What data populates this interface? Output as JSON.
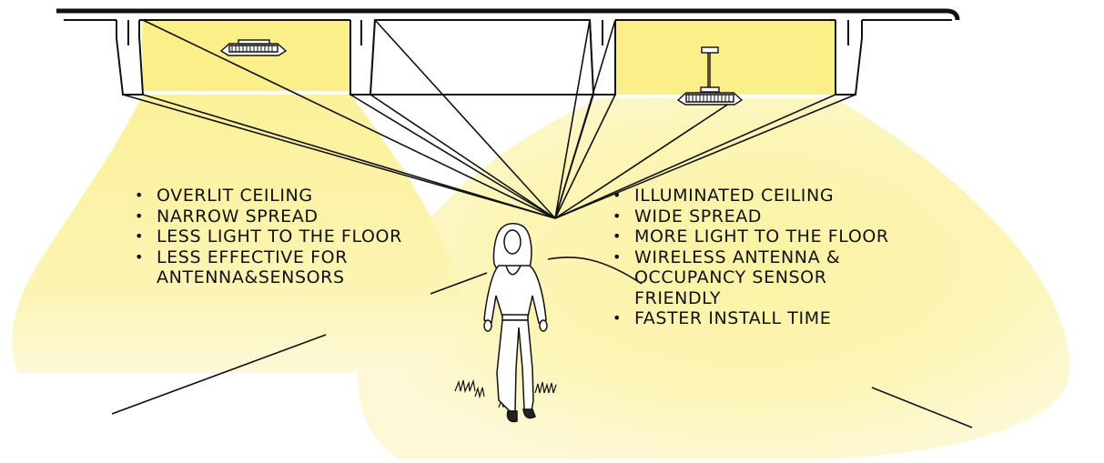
{
  "colors": {
    "light_yellow": "#fbf3a3",
    "light_yellow_fade": "#fdf9d8",
    "line": "#111111",
    "ceiling_fill": "#ffffff"
  },
  "left_fixture": {
    "type": "ceiling-mounted low-bay fixture",
    "icon": "ceiling-light-fixture-icon",
    "points": [
      "Overlit ceiling",
      "Narrow spread",
      "Less light to the floor",
      "Less effective for antenna&sensors"
    ]
  },
  "right_fixture": {
    "type": "pendant-mounted low-bay fixture",
    "icon": "pendant-light-fixture-icon",
    "points": [
      "Illuminated ceiling",
      "Wide spread",
      "More light to the floor",
      "Wireless antenna & occupancy sensor friendly",
      "Faster install time"
    ]
  },
  "figure": {
    "icon": "person-icon"
  }
}
